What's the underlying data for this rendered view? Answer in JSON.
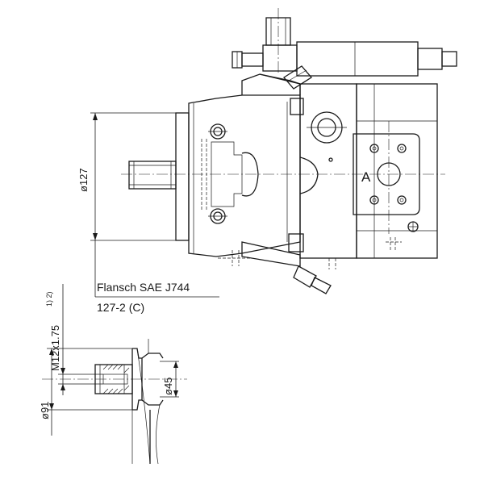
{
  "labels": {
    "diameter_flange": "ø127",
    "port": "A",
    "flange_line1": "Flansch SAE J744",
    "flange_line2": "127-2 (C)",
    "thread": "M12x1.75",
    "thread_notes": "1) 2)",
    "diameter_outer": "ø91",
    "diameter_inner": "ø45"
  }
}
